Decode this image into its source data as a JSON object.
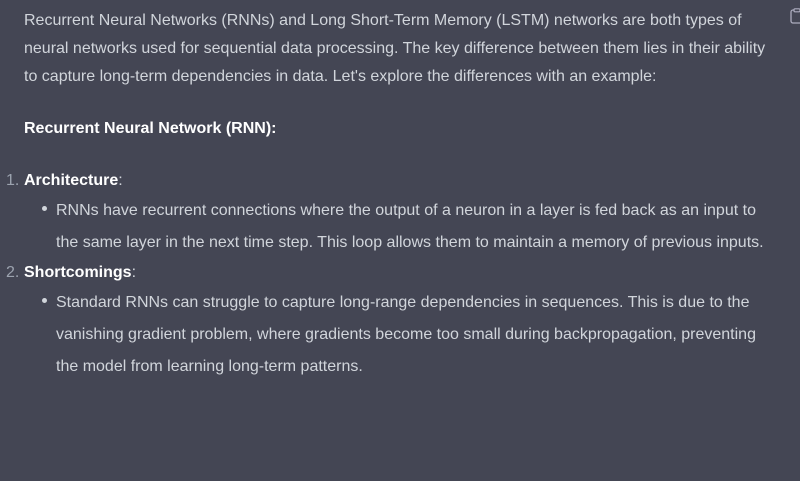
{
  "message": {
    "intro": "Recurrent Neural Networks (RNNs) and Long Short-Term Memory (LSTM) networks are both types of neural networks used for sequential data processing. The key difference between them lies in their ability to capture long-term dependencies in data. Let's explore the differences with an example:",
    "section_heading": "Recurrent Neural Network (RNN):",
    "items": [
      {
        "number": "1.",
        "term": "Architecture",
        "suffix": ":",
        "bullets": [
          "RNNs have recurrent connections where the output of a neuron in a layer is fed back as an input to the same layer in the next time step. This loop allows them to maintain a memory of previous inputs."
        ]
      },
      {
        "number": "2.",
        "term": "Shortcomings",
        "suffix": ":",
        "bullets": [
          "Standard RNNs can struggle to capture long-range dependencies in sequences. This is due to the vanishing gradient problem, where gradients become too small during backpropagation, preventing the model from learning long-term patterns."
        ]
      }
    ]
  },
  "icons": {
    "copy": "clipboard-icon"
  },
  "colors": {
    "background": "#444654",
    "text": "#d1d5db",
    "strong": "#ffffff"
  }
}
